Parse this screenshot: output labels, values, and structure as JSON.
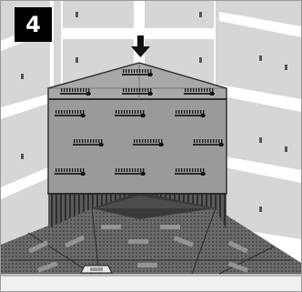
{
  "step": {
    "number": "4"
  },
  "membrane": {
    "print_text": "SCHLÜTER-KERDI",
    "rows": [
      3,
      3,
      3,
      3
    ]
  },
  "colors": {
    "tile_grid": "#ffffff",
    "wall_tile": "#d6d6d6",
    "membrane": "#9a9a9a",
    "membrane_dark": "#5e5e5e",
    "membrane_shadow": "#3c3c3c",
    "floor": "#6e6e6e",
    "floor_edge": "#f2f2f2",
    "badge_bg": "#000000",
    "badge_text": "#ffffff"
  },
  "icons": [
    "down-arrow-icon",
    "floor-drain-icon"
  ]
}
